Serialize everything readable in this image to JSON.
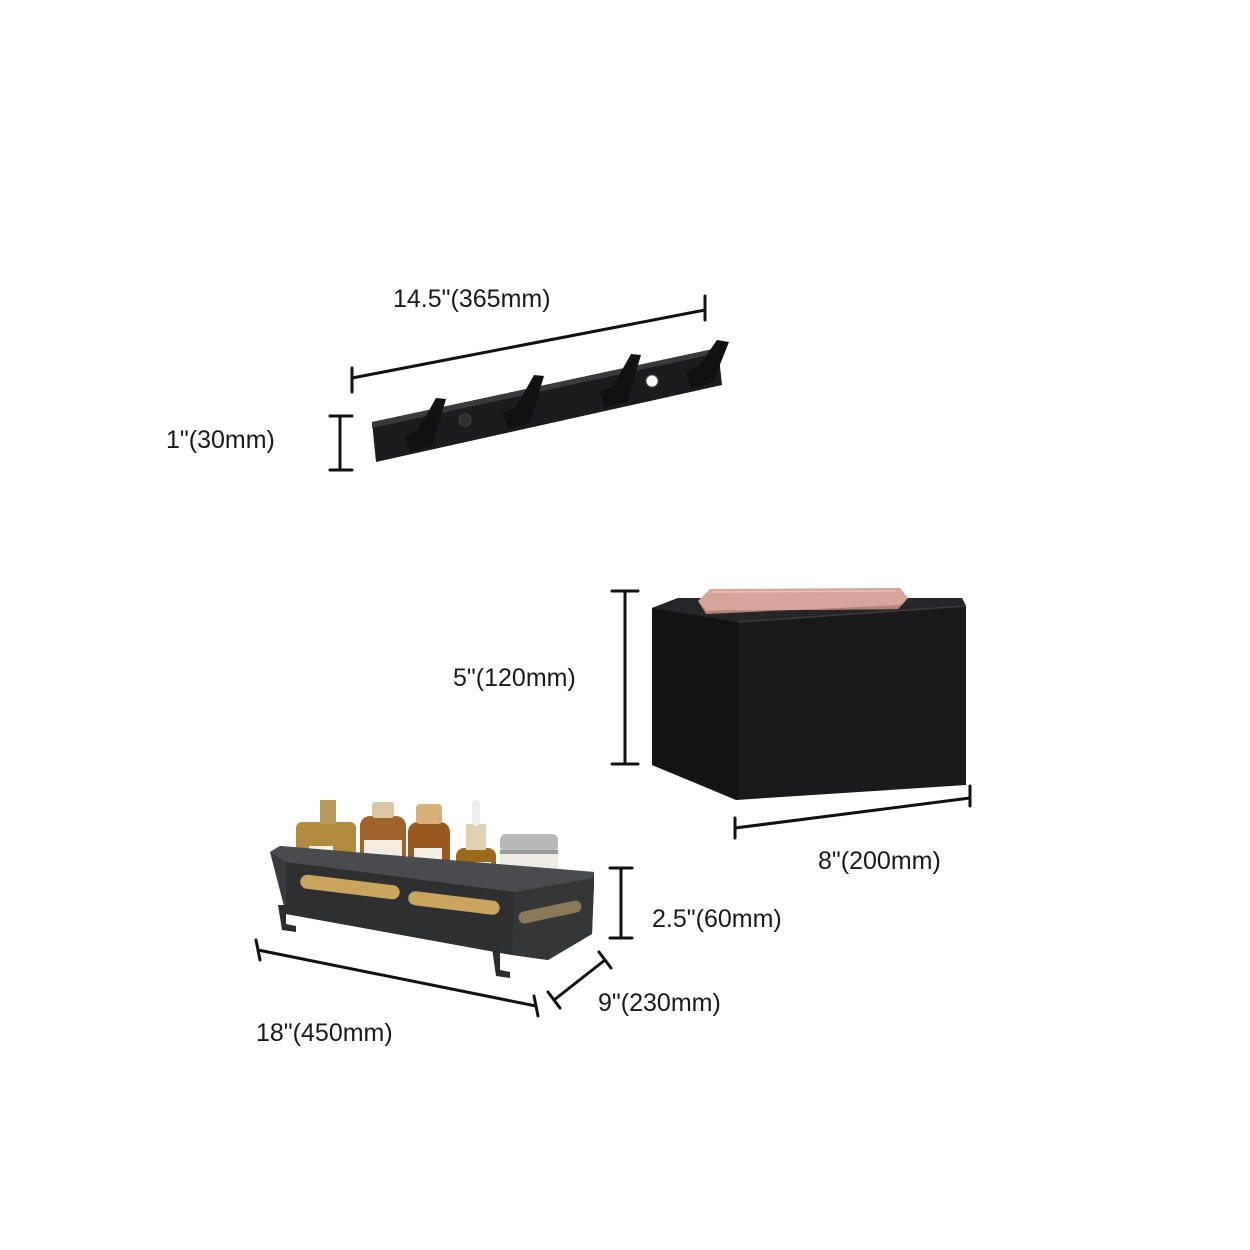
{
  "dimensions": {
    "hook_rail_length": "14.5\"(365mm)",
    "hook_rail_height": "1\"(30mm)",
    "box_height": "5\"(120mm)",
    "box_width": "8\"(200mm)",
    "shelf_height": "2.5\"(60mm)",
    "shelf_depth": "9\"(230mm)",
    "shelf_length": "18\"(450mm)"
  },
  "colors": {
    "product_black": "#1c1c1e",
    "dimension_line": "#111111",
    "phone_pink": "#d8a59a",
    "basket_gunmetal": "#3a3b3e"
  }
}
